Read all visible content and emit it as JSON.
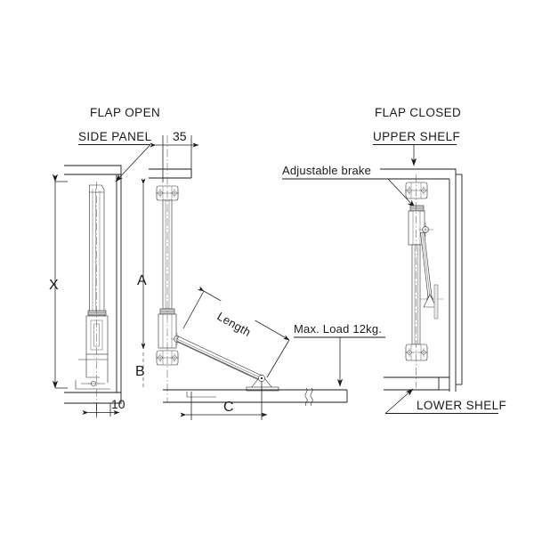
{
  "drawing": {
    "type": "engineering-drawing",
    "subject": "Flap stay / lift-up door gas strut mechanism",
    "background_color": "#ffffff",
    "line_color": "#1a1a1a",
    "views": [
      {
        "id": "left",
        "title": "FLAP OPEN",
        "description": "Front elevation of side panel with flap stay mounted, flap in open position"
      },
      {
        "id": "center",
        "title": "",
        "description": "Side section showing stay arm extended, gas strut and pivot at shelf"
      },
      {
        "id": "right",
        "title": "FLAP CLOSED",
        "description": "Side section with flap closed, adjustable brake engaged"
      }
    ]
  },
  "labels": {
    "flap_open": "FLAP OPEN",
    "flap_closed": "FLAP CLOSED",
    "side_panel": "SIDE PANEL",
    "upper_shelf": "UPPER SHELF",
    "lower_shelf": "LOWER SHELF",
    "adjustable_brake": "Adjustable brake",
    "length": "Length",
    "max_load": "Max. Load 12kg."
  },
  "dimensions": {
    "d_35": "35",
    "d_10": "10",
    "d_x": "X",
    "d_a": "A",
    "d_b": "B",
    "d_c": "C"
  },
  "specifications": {
    "max_load_value": "12",
    "max_load_unit": "kg.",
    "panel_offset": "35",
    "edge_offset": "10"
  }
}
